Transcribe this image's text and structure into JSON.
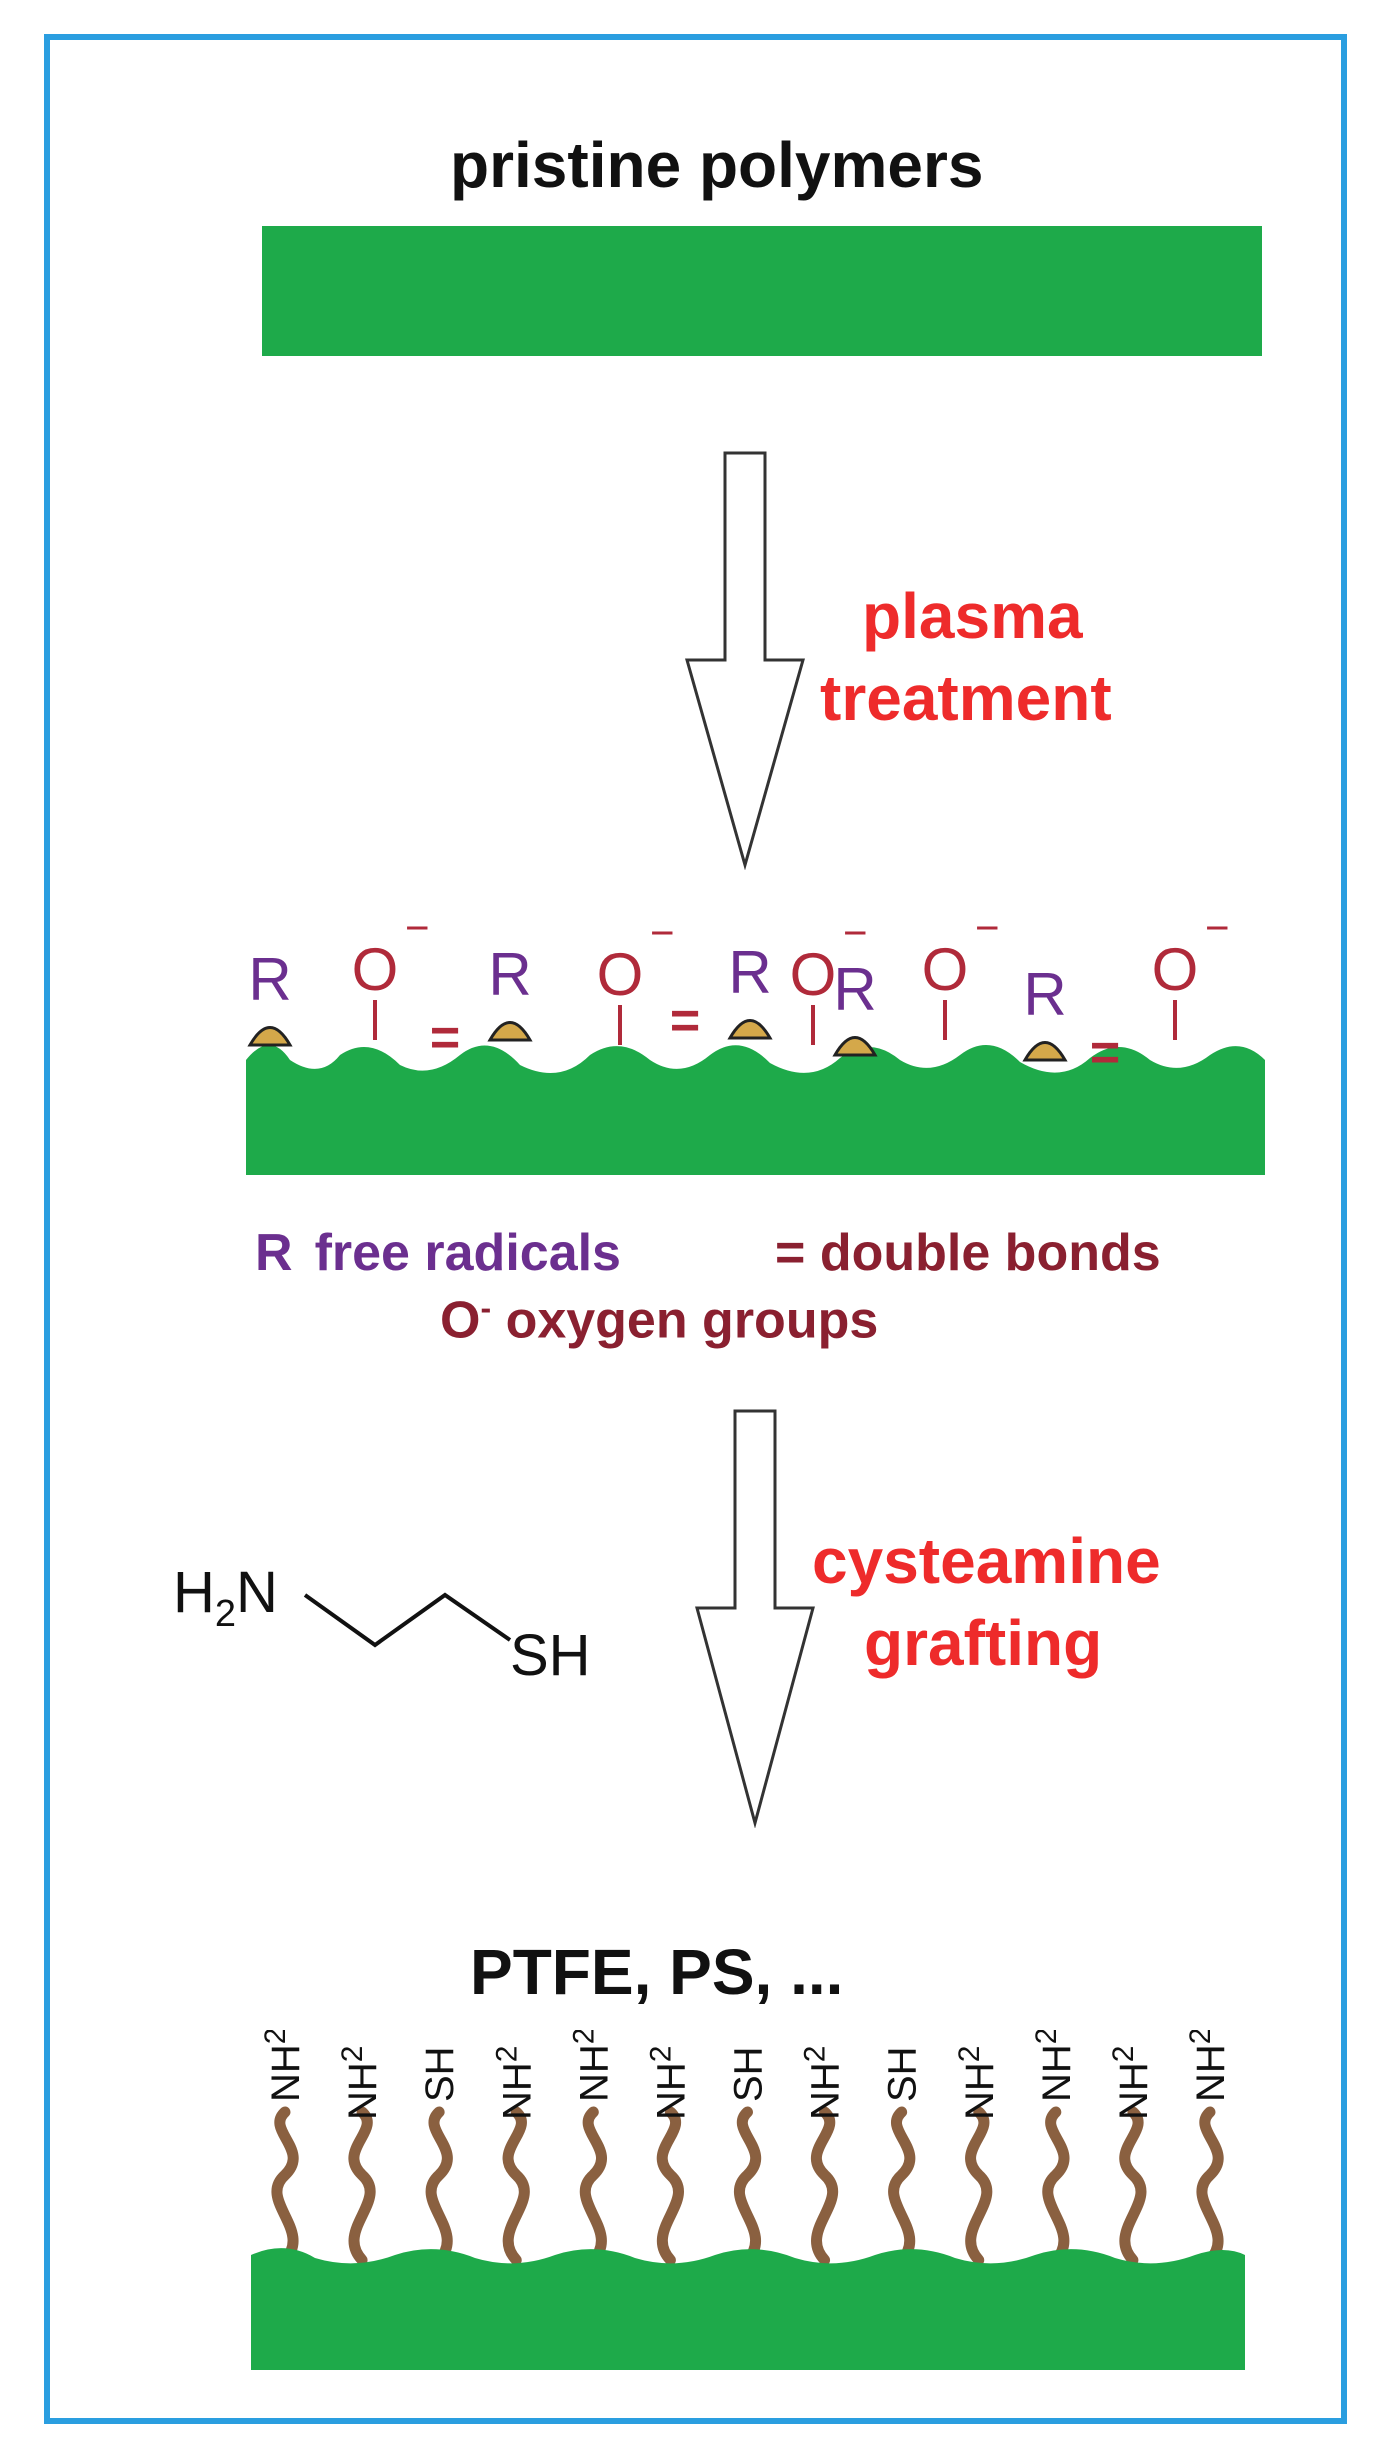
{
  "colors": {
    "frame": "#2a9ee0",
    "polymer": "#1eaa4a",
    "step_label": "#ee2b2b",
    "radical": "#6b2f8f",
    "oxygen": "#b02a3a",
    "radical_bump": "#d4a84a",
    "chain": "#8a6040"
  },
  "diagram": {
    "top_title": "pristine polymers",
    "step1": {
      "line1": "plasma",
      "line2": "treatment"
    },
    "surface_markers": {
      "radical": "R",
      "oxygen": "O",
      "oxygen_charge": "−",
      "double_bond": "="
    },
    "legend": {
      "radical_symbol": "R",
      "radical_text": "free radicals",
      "double_bond_text": "= double bonds",
      "oxygen_symbol": "O",
      "oxygen_charge": "-",
      "oxygen_text": "oxygen groups"
    },
    "step2": {
      "line1": "cysteamine",
      "line2": "grafting"
    },
    "molecule": {
      "left": "H",
      "left_sub": "2",
      "left_atom": "N",
      "right": "SH"
    },
    "bottom_title": "PTFE, PS, ...",
    "grafted_groups": [
      "NH2",
      "NH2",
      "SH",
      "NH2",
      "NH2",
      "NH2",
      "SH",
      "NH2",
      "SH",
      "NH2",
      "NH2",
      "NH2",
      "NH2"
    ]
  }
}
